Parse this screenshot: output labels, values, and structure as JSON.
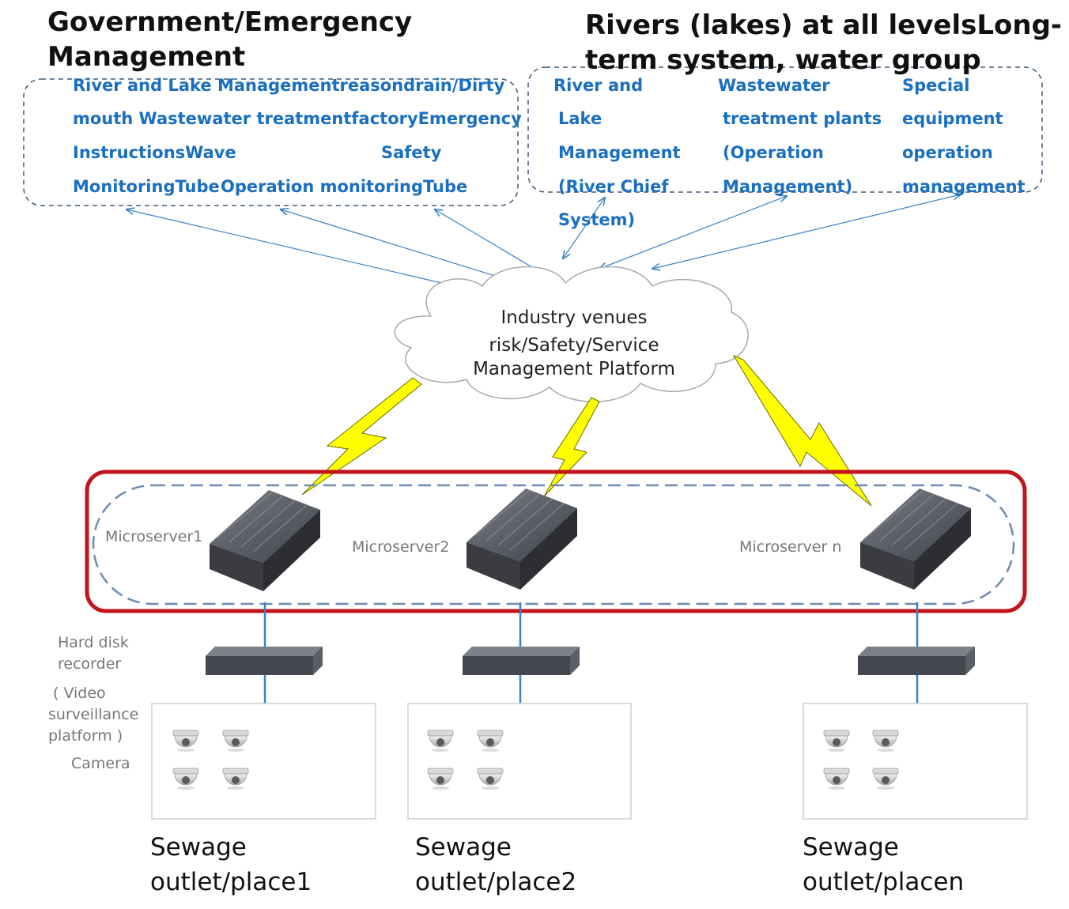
{
  "gov": {
    "title": [
      "Government/Emergency",
      "Management"
    ],
    "items": [
      "River and Lake Managementreasondrain/Dirty",
      "mouth Wastewater treatmentfactoryEmergency",
      "InstructionsWave",
      "Safety",
      "MonitoringTube",
      "Operation monitoringTube"
    ]
  },
  "rivers": {
    "title": [
      "Rivers (lakes) at all levelsLong-",
      "term system, water group"
    ],
    "col1": [
      "River and",
      "Lake",
      "Management",
      "(River Chief",
      "System)"
    ],
    "col2": [
      "Wastewater",
      "treatment plants",
      "(Operation",
      "Management)"
    ],
    "col3": [
      "Special",
      "equipment",
      "operation",
      "management"
    ]
  },
  "platform": {
    "lines": [
      "Industry venues",
      "risk/Safety/Service",
      "Management Platform"
    ]
  },
  "servers": [
    "Microserver1",
    "Microserver2",
    "Microserver n"
  ],
  "legend": {
    "recorder": [
      "Hard disk",
      "recorder"
    ],
    "video": [
      "( Video",
      "surveillance",
      "platform )"
    ],
    "camera": "Camera"
  },
  "places": [
    [
      "Sewage",
      "outlet/place1"
    ],
    [
      "Sewage",
      "outlet/place2"
    ],
    [
      "Sewage",
      "outlet/placen"
    ]
  ],
  "colors": {
    "accent_blue": "#1a6fc0",
    "arrow_blue": "#3b82c4",
    "frame_red": "#c0151b",
    "lightning": "#ffff00",
    "device": "#4a4d55"
  }
}
